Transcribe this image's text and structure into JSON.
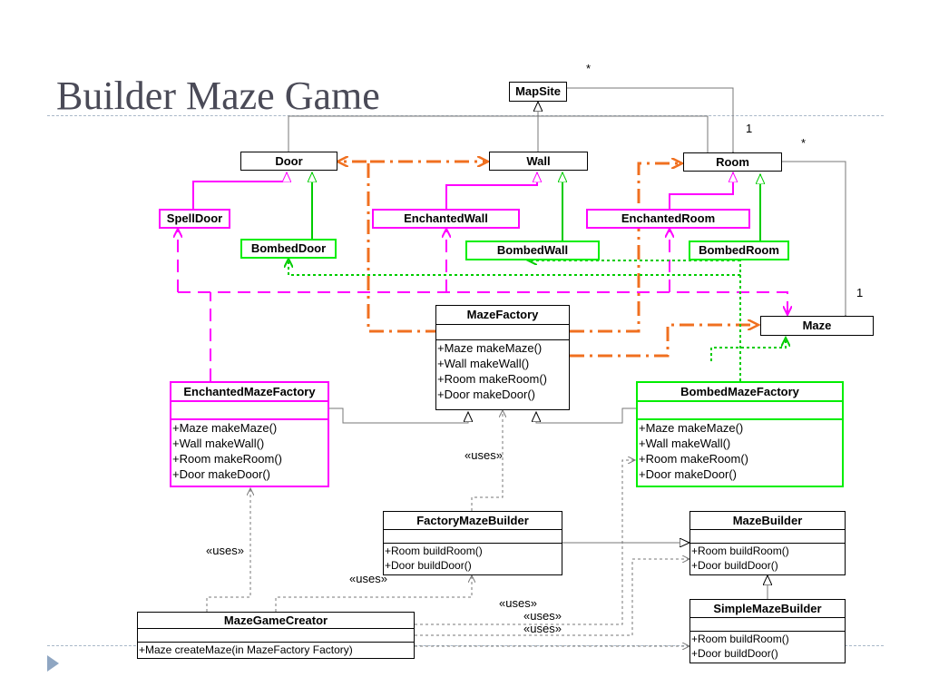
{
  "slide": {
    "title": "Builder Maze Game"
  },
  "classes": {
    "mapsite": {
      "name": "MapSite"
    },
    "door": {
      "name": "Door"
    },
    "wall": {
      "name": "Wall"
    },
    "room": {
      "name": "Room"
    },
    "spelldoor": {
      "name": "SpellDoor"
    },
    "bombeddoor": {
      "name": "BombedDoor"
    },
    "enchantedwall": {
      "name": "EnchantedWall"
    },
    "bombedwall": {
      "name": "BombedWall"
    },
    "enchantedroom": {
      "name": "EnchantedRoom"
    },
    "bombedroom": {
      "name": "BombedRoom"
    },
    "maze": {
      "name": "Maze"
    },
    "mazefactory": {
      "name": "MazeFactory",
      "ops": [
        "+Maze makeMaze()",
        "+Wall makeWall()",
        "+Room makeRoom()",
        "+Door makeDoor()"
      ]
    },
    "enchantedmazefactory": {
      "name": "EnchantedMazeFactory",
      "ops": [
        "+Maze makeMaze()",
        "+Wall makeWall()",
        "+Room makeRoom()",
        "+Door makeDoor()"
      ]
    },
    "bombedmazefactory": {
      "name": "BombedMazeFactory",
      "ops": [
        "+Maze makeMaze()",
        "+Wall makeWall()",
        "+Room makeRoom()",
        "+Door makeDoor()"
      ]
    },
    "factorymazebuilder": {
      "name": "FactoryMazeBuilder",
      "ops": [
        "+Room buildRoom()",
        "+Door buildDoor()"
      ]
    },
    "mazebuilder": {
      "name": "MazeBuilder",
      "ops": [
        "+Room buildRoom()",
        "+Door buildDoor()"
      ]
    },
    "simplemazebuilder": {
      "name": "SimpleMazeBuilder",
      "ops": [
        "+Room buildRoom()",
        "+Door buildDoor()"
      ]
    },
    "mazegamecreator": {
      "name": "MazeGameCreator",
      "ops": [
        "+Maze createMaze(in MazeFactory Factory)"
      ]
    }
  },
  "labels": {
    "mult_star_top": "*",
    "mult_one_room": "1",
    "mult_star_room": "*",
    "mult_one_maze": "1",
    "uses_factory": "«uses»",
    "uses_enchanted": "«uses»",
    "uses_builder": "«uses»",
    "uses_a": "«uses»",
    "uses_b": "«uses»",
    "uses_c": "«uses»"
  },
  "colors": {
    "enchanted": "#ff00ff",
    "bombed": "#00ee00",
    "factory_link": "#f07020",
    "frame": "#000000"
  }
}
